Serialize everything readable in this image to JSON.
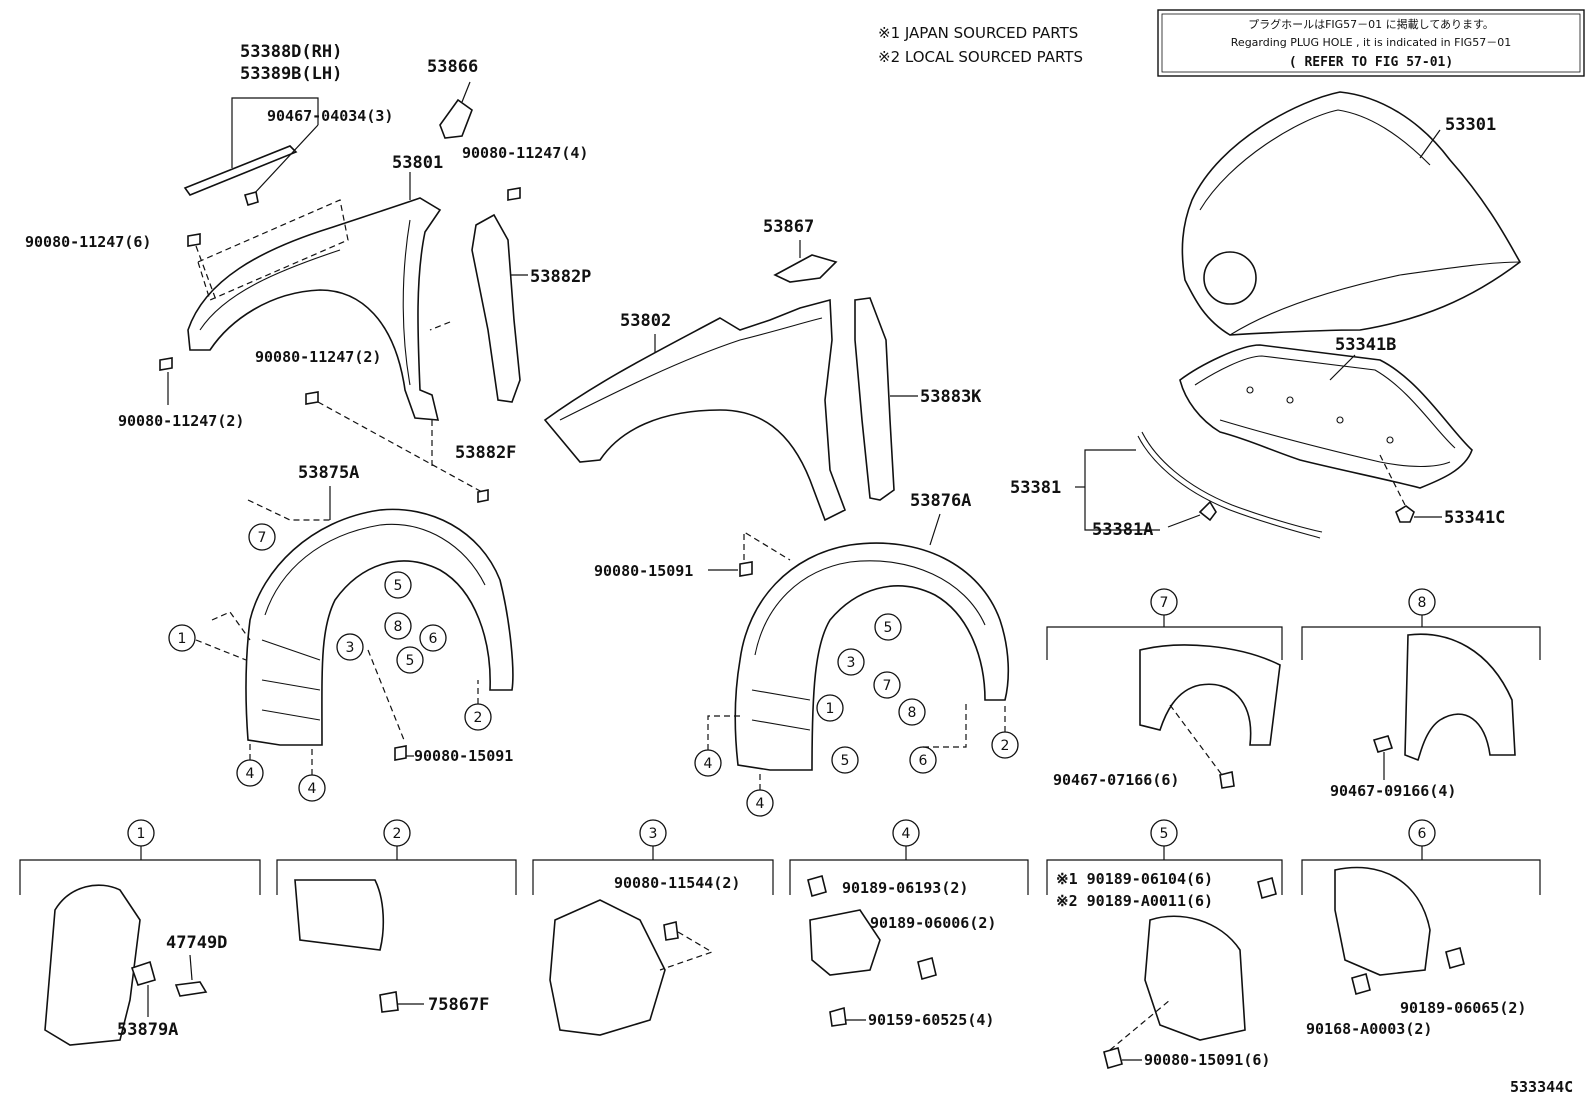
{
  "notes": {
    "japan": "※1 JAPAN SOURCED PARTS",
    "local": "※2 LOCAL SOURCED PARTS"
  },
  "refbox": {
    "line1": "プラグホールはFIG57－01 に掲載してあります。",
    "line2": "Regarding  PLUG HOLE , it is indicated in FIG57－01",
    "line3": "( REFER TO FIG 57-01)"
  },
  "labels": {
    "p53388D": "53388D(RH)",
    "p53389B": "53389B(LH)",
    "p53866": "53866",
    "p90467_04034": "90467-04034(3)",
    "p90080_11247_4": "90080-11247(4)",
    "p53801": "53801",
    "p90080_11247_6": "90080-11247(6)",
    "p53882P": "53882P",
    "p90080_11247_2a": "90080-11247(2)",
    "p90080_11247_2b": "90080-11247(2)",
    "p53882F": "53882F",
    "p53867": "53867",
    "p53802": "53802",
    "p53883K": "53883K",
    "p53301": "53301",
    "p53341B": "53341B",
    "p53381": "53381",
    "p53381A": "53381A",
    "p53341C": "53341C",
    "p53875A": "53875A",
    "p53876A": "53876A",
    "p90080_15091a": "90080-15091",
    "p90080_15091b": "90080-15091",
    "p90467_07166": "90467-07166(6)",
    "p90467_09166": "90467-09166(4)",
    "p47749D": "47749D",
    "p53879A": "53879A",
    "p75867F": "75867F",
    "p90080_11544": "90080-11544(2)",
    "p90189_06193": "90189-06193(2)",
    "p90189_06006": "90189-06006(2)",
    "p90159_60525": "90159-60525(4)",
    "p90189_06104": "※1 90189-06104(6)",
    "p90189_A0011": "※2 90189-A0011(6)",
    "p90080_15091_6": "90080-15091(6)",
    "p90189_06065": "90189-06065(2)",
    "p90168_A0003": "90168-A0003(2)",
    "figcode": "533344C"
  },
  "callouts": {
    "c1": "1",
    "c2": "2",
    "c3": "3",
    "c4": "4",
    "c5": "5",
    "c6": "6",
    "c7": "7",
    "c8": "8"
  }
}
